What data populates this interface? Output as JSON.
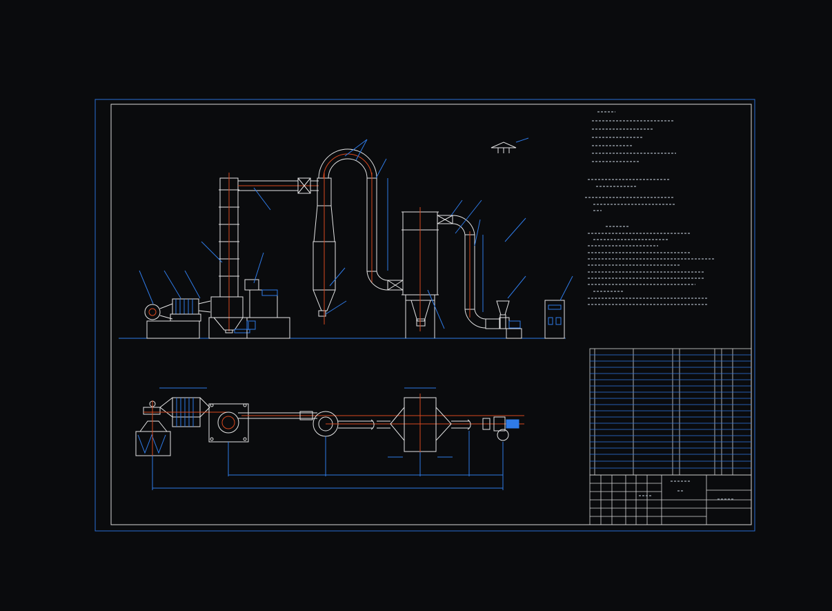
{
  "drawing": {
    "frame_color": "#2a6fd6",
    "line_color": "#e6e6e6",
    "leader_color": "#2f7be8",
    "centerline_color": "#d8481e",
    "background": "#0a0b0d"
  },
  "elevation_view": {
    "components": [
      "blower",
      "heater",
      "feeder",
      "drying-tube",
      "cyclone-separator",
      "duct",
      "bag-filter",
      "exhaust-fan",
      "discharge-hopper",
      "control-cabinet"
    ]
  },
  "plan_view": {
    "components": [
      "blower",
      "heater",
      "feeder",
      "duct",
      "bag-filter",
      "exhaust-fan"
    ]
  },
  "icons": [
    "base-plate-icon",
    "motor-icon"
  ]
}
